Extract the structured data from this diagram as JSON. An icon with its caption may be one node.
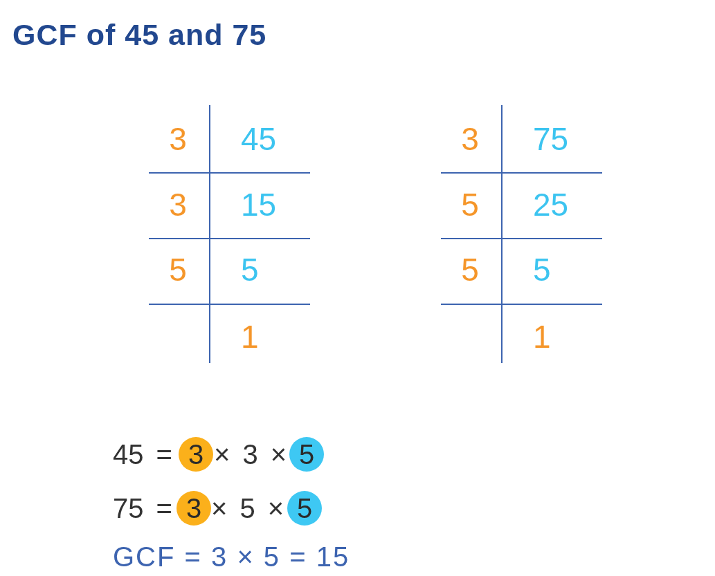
{
  "diagram": {
    "title": "GCF of 45 and 75",
    "nodes": [
      {
        "text": [
          "3"
        ]
      },
      {
        "text": [
          "5"
        ]
      },
      {
        "text": [
          "3"
        ]
      },
      {
        "text": [
          "5"
        ]
      }
    ],
    "labels": [
      "3",
      "45",
      "3",
      "15",
      "5",
      "5",
      "1",
      "3",
      "75",
      "5",
      "25",
      "5",
      "5",
      "1",
      "45 =",
      "× 3 ×",
      "75 =",
      "× 5 ×",
      "GCF = 3 × 5 = 15"
    ]
  }
}
